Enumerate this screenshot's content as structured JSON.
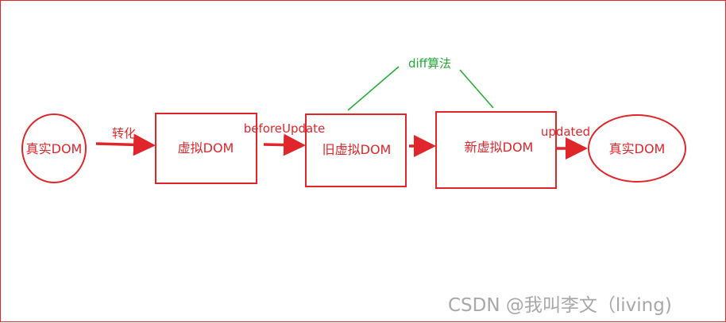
{
  "nodes": {
    "real_dom_left": "真实DOM",
    "virtual_dom": "虚拟DOM",
    "old_virtual_dom": "旧虚拟DOM",
    "new_virtual_dom": "新虚拟DOM",
    "real_dom_right": "真实DOM"
  },
  "edges": {
    "convert": "转化",
    "before_update": "beforeUpdate",
    "updated": "updated"
  },
  "diff_label": "diff算法",
  "watermark": "CSDN @我叫李文（living)",
  "colors": {
    "red": "#e0262b",
    "green": "#22aa33",
    "watermark": "#a8a8a8"
  }
}
